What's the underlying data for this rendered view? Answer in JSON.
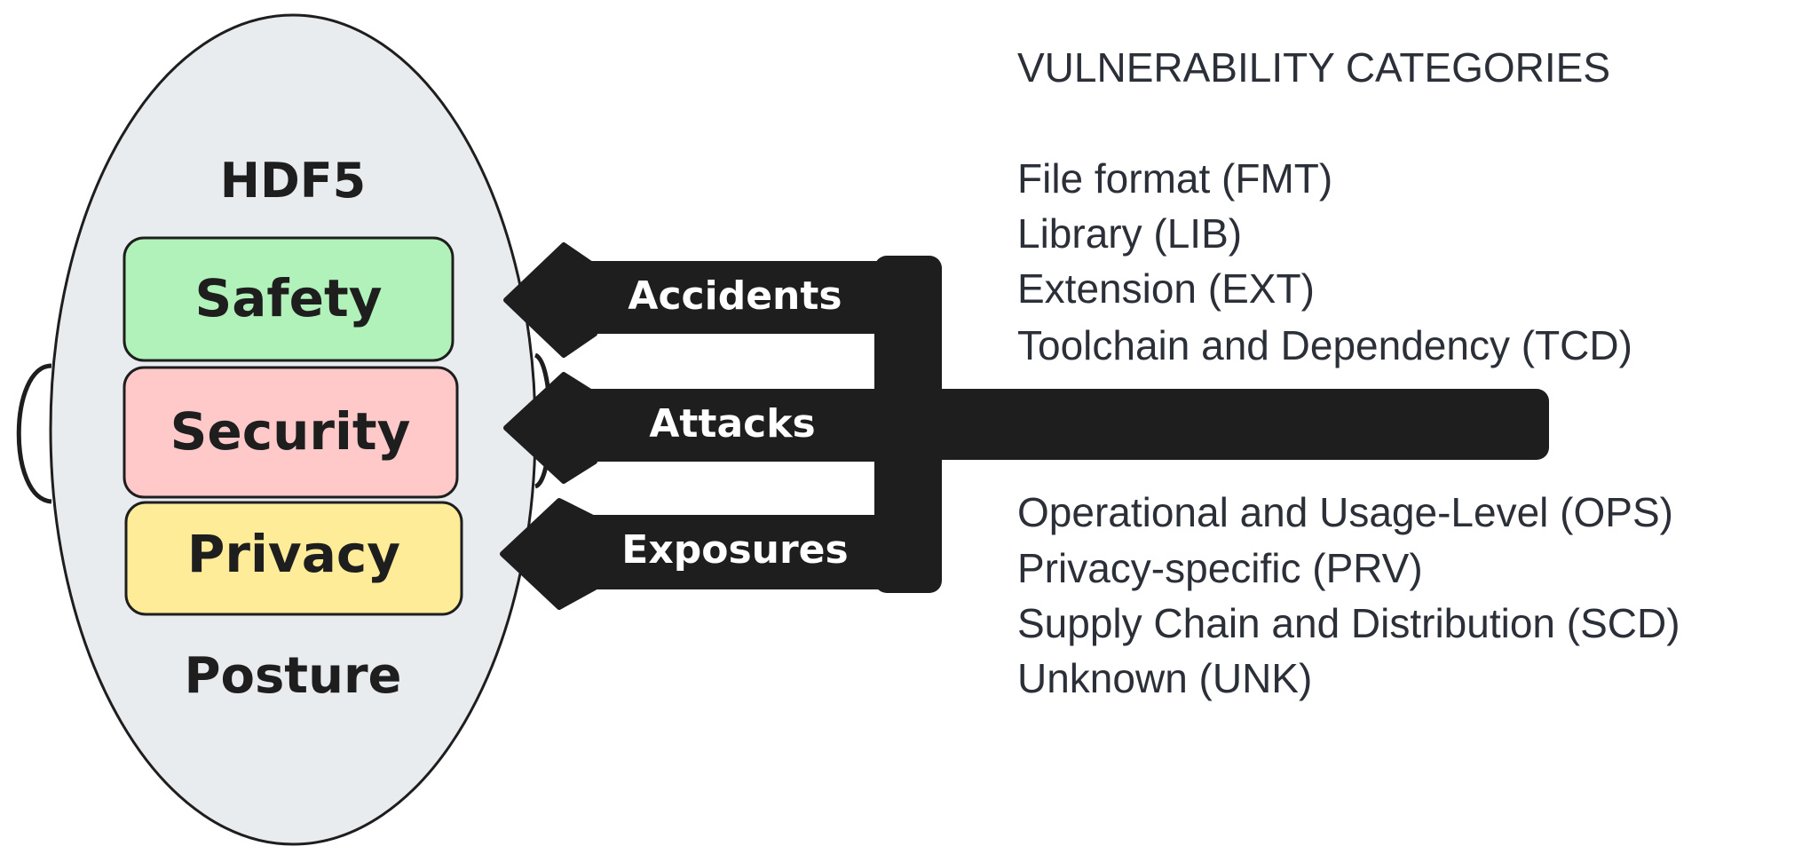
{
  "posture": {
    "top_label": "HDF5",
    "bottom_label": "Posture",
    "layers": [
      {
        "label": "Safety",
        "color": "#b1f2ba"
      },
      {
        "label": "Security",
        "color": "#ffc9c9"
      },
      {
        "label": "Privacy",
        "color": "#ffec99"
      }
    ],
    "shield_fill": "#e9ecef",
    "stroke_color": "#1e1e1e"
  },
  "threats": {
    "arrow_color": "#1e1e1e",
    "arrows": [
      {
        "label": "Accidents"
      },
      {
        "label": "Attacks"
      },
      {
        "label": "Exposures"
      }
    ]
  },
  "categories": {
    "title": "VULNERABILITY CATEGORIES",
    "group_upper": [
      "File format (FMT)",
      "Library (LIB)",
      "Extension (EXT)",
      "Toolchain and Dependency (TCD)"
    ],
    "group_lower": [
      "Operational and Usage-Level (OPS)",
      "Privacy-specific (PRV)",
      "Supply Chain and Distribution (SCD)",
      "Unknown (UNK)"
    ]
  }
}
